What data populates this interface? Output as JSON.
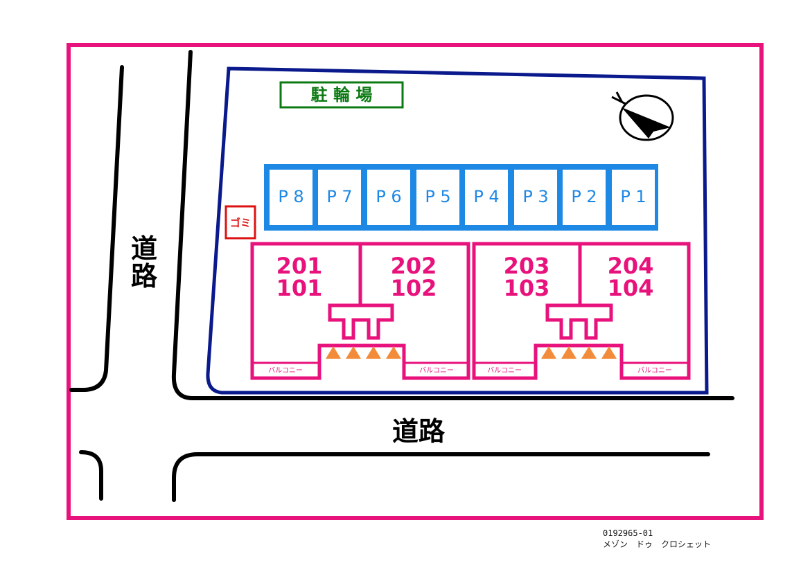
{
  "site": {
    "parking_title": "駐 輪 場",
    "road_left": [
      "道",
      "路"
    ],
    "road_bottom": "道路",
    "garbage_label": "ゴミ",
    "north_icon": "north-arrow-icon",
    "parking_slots": [
      "P 8",
      "P 7",
      "P 6",
      "P 5",
      "P 4",
      "P 3",
      "P 2",
      "P 1"
    ],
    "units": [
      {
        "upper": "201",
        "lower": "101"
      },
      {
        "upper": "202",
        "lower": "102"
      },
      {
        "upper": "203",
        "lower": "103"
      },
      {
        "upper": "204",
        "lower": "104"
      }
    ],
    "balcony_label": "バルコニー",
    "colors": {
      "frame": "#e8127c",
      "site_boundary": "#0a1a8c",
      "parking": "#1e88e5",
      "parking_title": "#0b7a12",
      "garbage": "#d11111",
      "stairs": "#f28c3a"
    }
  },
  "footer": {
    "code": "0192965-01",
    "name": "メゾン　ドゥ　クロシェット"
  }
}
